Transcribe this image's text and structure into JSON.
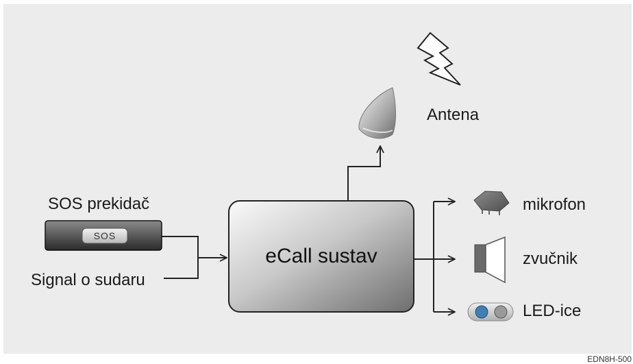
{
  "diagram": {
    "center_label": "eCall sustav",
    "inputs": {
      "sos_switch_label": "SOS prekidač",
      "sos_button_text": "SOS",
      "crash_signal_label": "Signal o sudaru"
    },
    "antenna_label": "Antena",
    "outputs": {
      "microphone_label": "mikrofon",
      "speaker_label": "zvučnik",
      "leds_label": "LED-ice"
    },
    "image_code": "EDN8H-500"
  },
  "colors": {
    "panel_background": "#ececec",
    "line_color": "#222222",
    "led_blue": "#3f7fb8",
    "led_gray": "#9a9a9a"
  }
}
